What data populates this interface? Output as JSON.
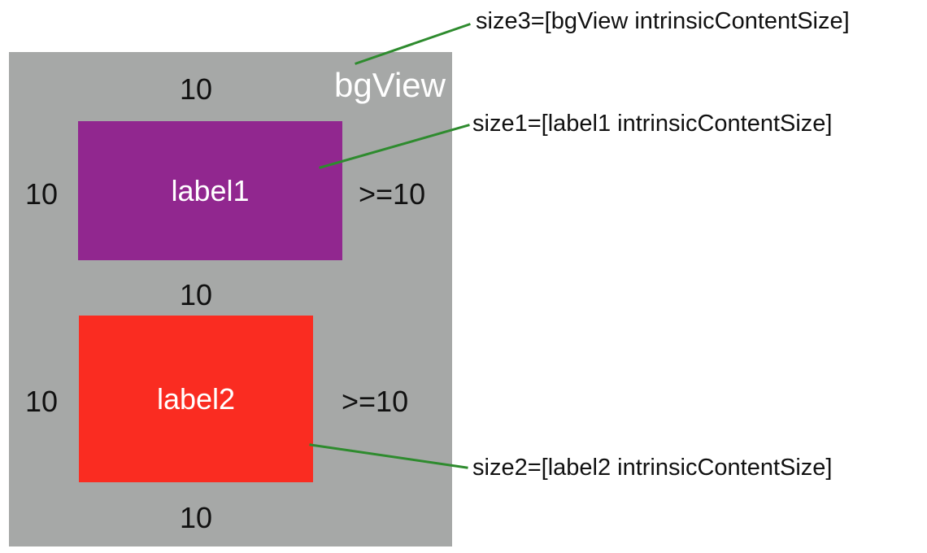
{
  "colors": {
    "bg_view": "#a6a8a7",
    "label1": "#91278f",
    "label2": "#fa2c21",
    "connector": "#2e8b2e",
    "text_on_color": "#ffffff",
    "text_dark": "#111111"
  },
  "diagram": {
    "bg_view_title": "bgView",
    "label1": "label1",
    "label2": "label2",
    "metrics": {
      "top": "10",
      "left_label1": "10",
      "right_label1": ">=10",
      "middle_gap": "10",
      "left_label2": "10",
      "right_label2": ">=10",
      "bottom": "10"
    },
    "annotations": {
      "size3": "size3=[bgView intrinsicContentSize]",
      "size1": "size1=[label1 intrinsicContentSize]",
      "size2": "size2=[label2 intrinsicContentSize]"
    }
  }
}
